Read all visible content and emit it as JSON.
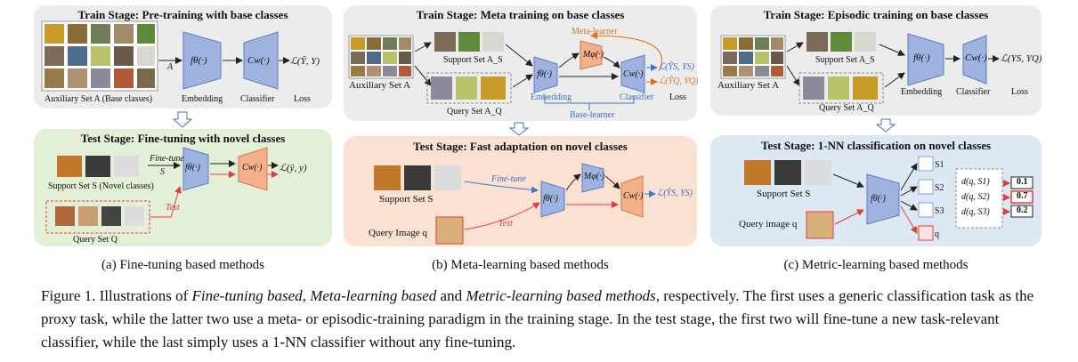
{
  "panel_a": {
    "train_title": "Train Stage: Pre-training with base classes",
    "aux_label": "Auxiliary Set A (Base classes)",
    "arrow_label": "A",
    "embed_fn": "fθ(·)",
    "classifier_fn": "Cw(·)",
    "loss_fn": "ℒ(Ŷ, Y)",
    "embedding_label": "Embedding",
    "classifier_label": "Classifier",
    "loss_label": "Loss",
    "test_title": "Test Stage: Fine-tuning with novel classes",
    "finetune_label": "Fine-tune",
    "s_label": "S",
    "test_label": "Test",
    "support_label": "Support Set S (Novel classes)",
    "query_label": "Query Set Q",
    "test_loss": "ℒ(ŷ, y)"
  },
  "panel_b": {
    "train_title": "Train Stage: Meta training on base classes",
    "aux_label": "Auxiliary Set A",
    "support_label": "Support Set A_S",
    "query_label": "Query Set A_Q",
    "embed_fn": "fθ(·)",
    "meta_fn": "Mφ(·)",
    "classifier_fn": "Cw(·)",
    "meta_learner_label": "Meta-learner",
    "embedding_label": "Embedding",
    "classifier_label": "Classifier",
    "loss_label": "Loss",
    "base_learner_label": "Base-learner",
    "loss1": "ℒ(ŶS, YS)",
    "loss2": "ℒ(ŶQ, YQ)",
    "test_title": "Test Stage: Fast adaptation on novel classes",
    "finetune_label": "Fine-tune",
    "test_label": "Test",
    "test_support_label": "Support Set S",
    "test_query_label": "Query Image q",
    "test_loss": "ℒ(ŶS, YS)"
  },
  "panel_c": {
    "train_title": "Train Stage: Episodic training on base classes",
    "aux_label": "Auxiliary Set A",
    "support_label": "Support Set A_S",
    "query_label": "Query Set A_Q",
    "embed_fn": "fθ(·)",
    "classifier_fn": "Cw(·)",
    "loss_fn": "ℒ(YS, YQ)",
    "embedding_label": "Embedding",
    "classifier_label": "Classifier",
    "loss_label": "Loss",
    "test_title": "Test Stage: 1-NN classification on novel classes",
    "test_support_label": "Support Set S",
    "test_query_label": "Query image q",
    "s1": "S1",
    "s2": "S2",
    "s3": "S3",
    "q": "q",
    "d1": "d(q, S1)",
    "d2": "d(q, S2)",
    "d3": "d(q, S3)",
    "v1": "0.1",
    "v2": "0.7",
    "v3": "0.2"
  },
  "subcaptions": {
    "a": "(a) Fine-tuning based methods",
    "b": "(b) Meta-learning based methods",
    "c": "(c) Metric-learning based methods"
  },
  "caption": {
    "prefix": "Figure 1. Illustrations of ",
    "t1": "Fine-tuning based",
    "sep1": ", ",
    "t2": "Meta-learning based",
    "sep2": " and ",
    "t3": "Metric-learning based methods",
    "rest": ", respectively. The first uses a generic classification task as the proxy task, while the latter two use a meta- or episodic-training paradigm in the training stage. In the test stage, the first two will fine-tune a new task-relevant classifier, while the last simply uses a 1-NN classifier without any fine-tuning."
  },
  "colors": {
    "gray_panel": "#ececec",
    "green_panel": "#e4efd8",
    "peach_panel": "#fbe1d2",
    "blue_panel": "#dde8f5",
    "trapezoid_blue": "#9fb3e0",
    "trapezoid_orange": "#f4b08a",
    "red": "#e23b3b",
    "blue_line": "#3b78c8"
  }
}
